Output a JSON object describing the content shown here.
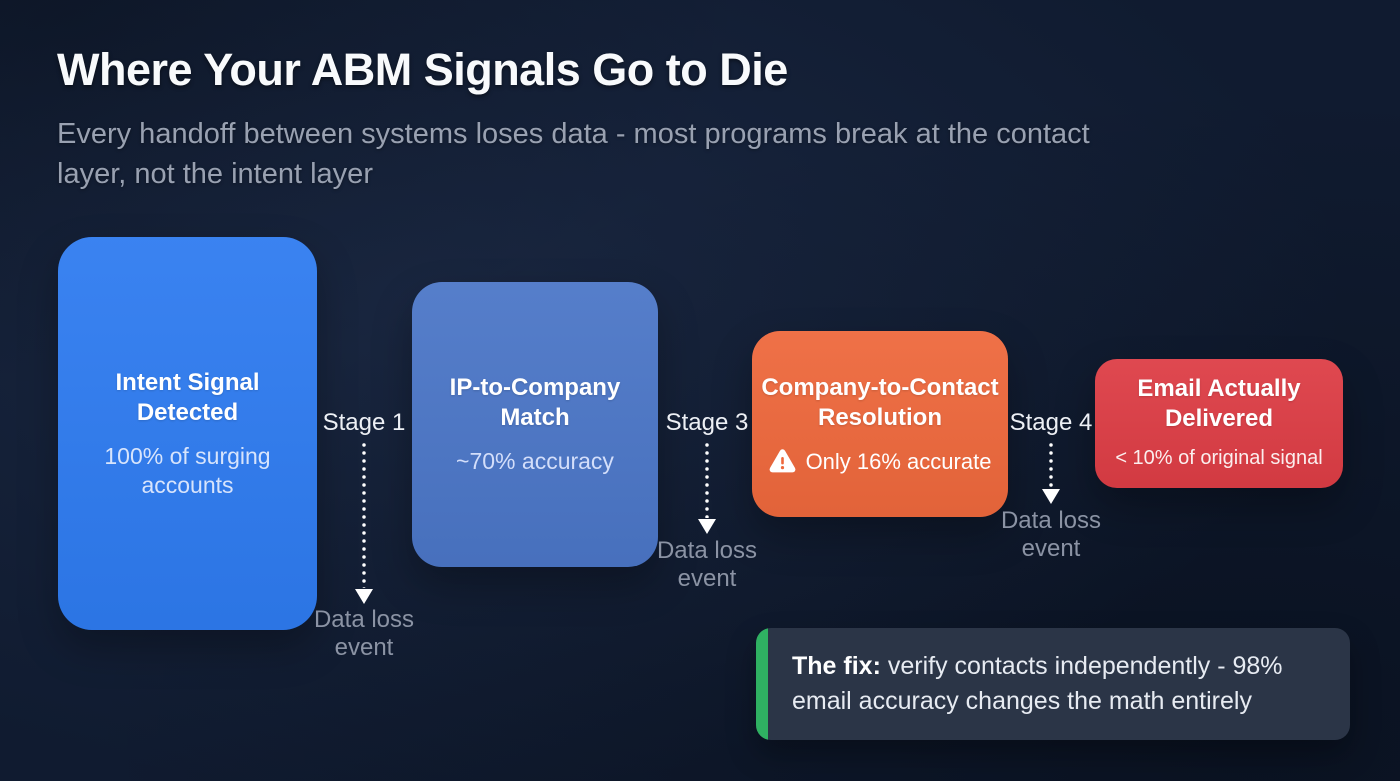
{
  "slide": {
    "title": "Where Your ABM Signals Go to Die",
    "subtitle": "Every handoff between systems loses data - most programs break at the contact layer, not the intent layer",
    "background_color": "#101b30"
  },
  "funnel": {
    "boxes": [
      {
        "title_lines": [
          "Intent Signal",
          "Detected"
        ],
        "subtitle": "100% of surging accounts",
        "color": "#2e7bf0",
        "subtitle_color": "#d7e4fc"
      },
      {
        "title_lines": [
          "IP-to-Company",
          "Match"
        ],
        "subtitle": "~70% accuracy",
        "color": "#4b76c7",
        "subtitle_color": "#d3defa"
      },
      {
        "title_lines": [
          "Company-to-Contact",
          "Resolution"
        ],
        "subtitle": "Only 16% accurate",
        "color": "#ee683c",
        "subtitle_color": "#ffffff",
        "icon": "warning-triangle-icon"
      },
      {
        "title_lines": [
          "Email Actually",
          "Delivered"
        ],
        "subtitle": "< 10% of original signal",
        "color": "#dd3d45",
        "subtitle_color": "#fbeeee"
      }
    ],
    "connectors": [
      {
        "label": "Stage 1",
        "note_lines": [
          "Data loss",
          "event"
        ]
      },
      {
        "label": "Stage 3",
        "note_lines": [
          "Data loss",
          "event"
        ]
      },
      {
        "label": "Stage 4",
        "note_lines": [
          "Data loss",
          "event"
        ]
      }
    ]
  },
  "callout": {
    "lead": "The fix:",
    "line1": "verify contacts independently - 98%",
    "line2": "email accuracy changes the math entirely",
    "accent_color": "#2fb162",
    "background_color": "#2b3547"
  }
}
